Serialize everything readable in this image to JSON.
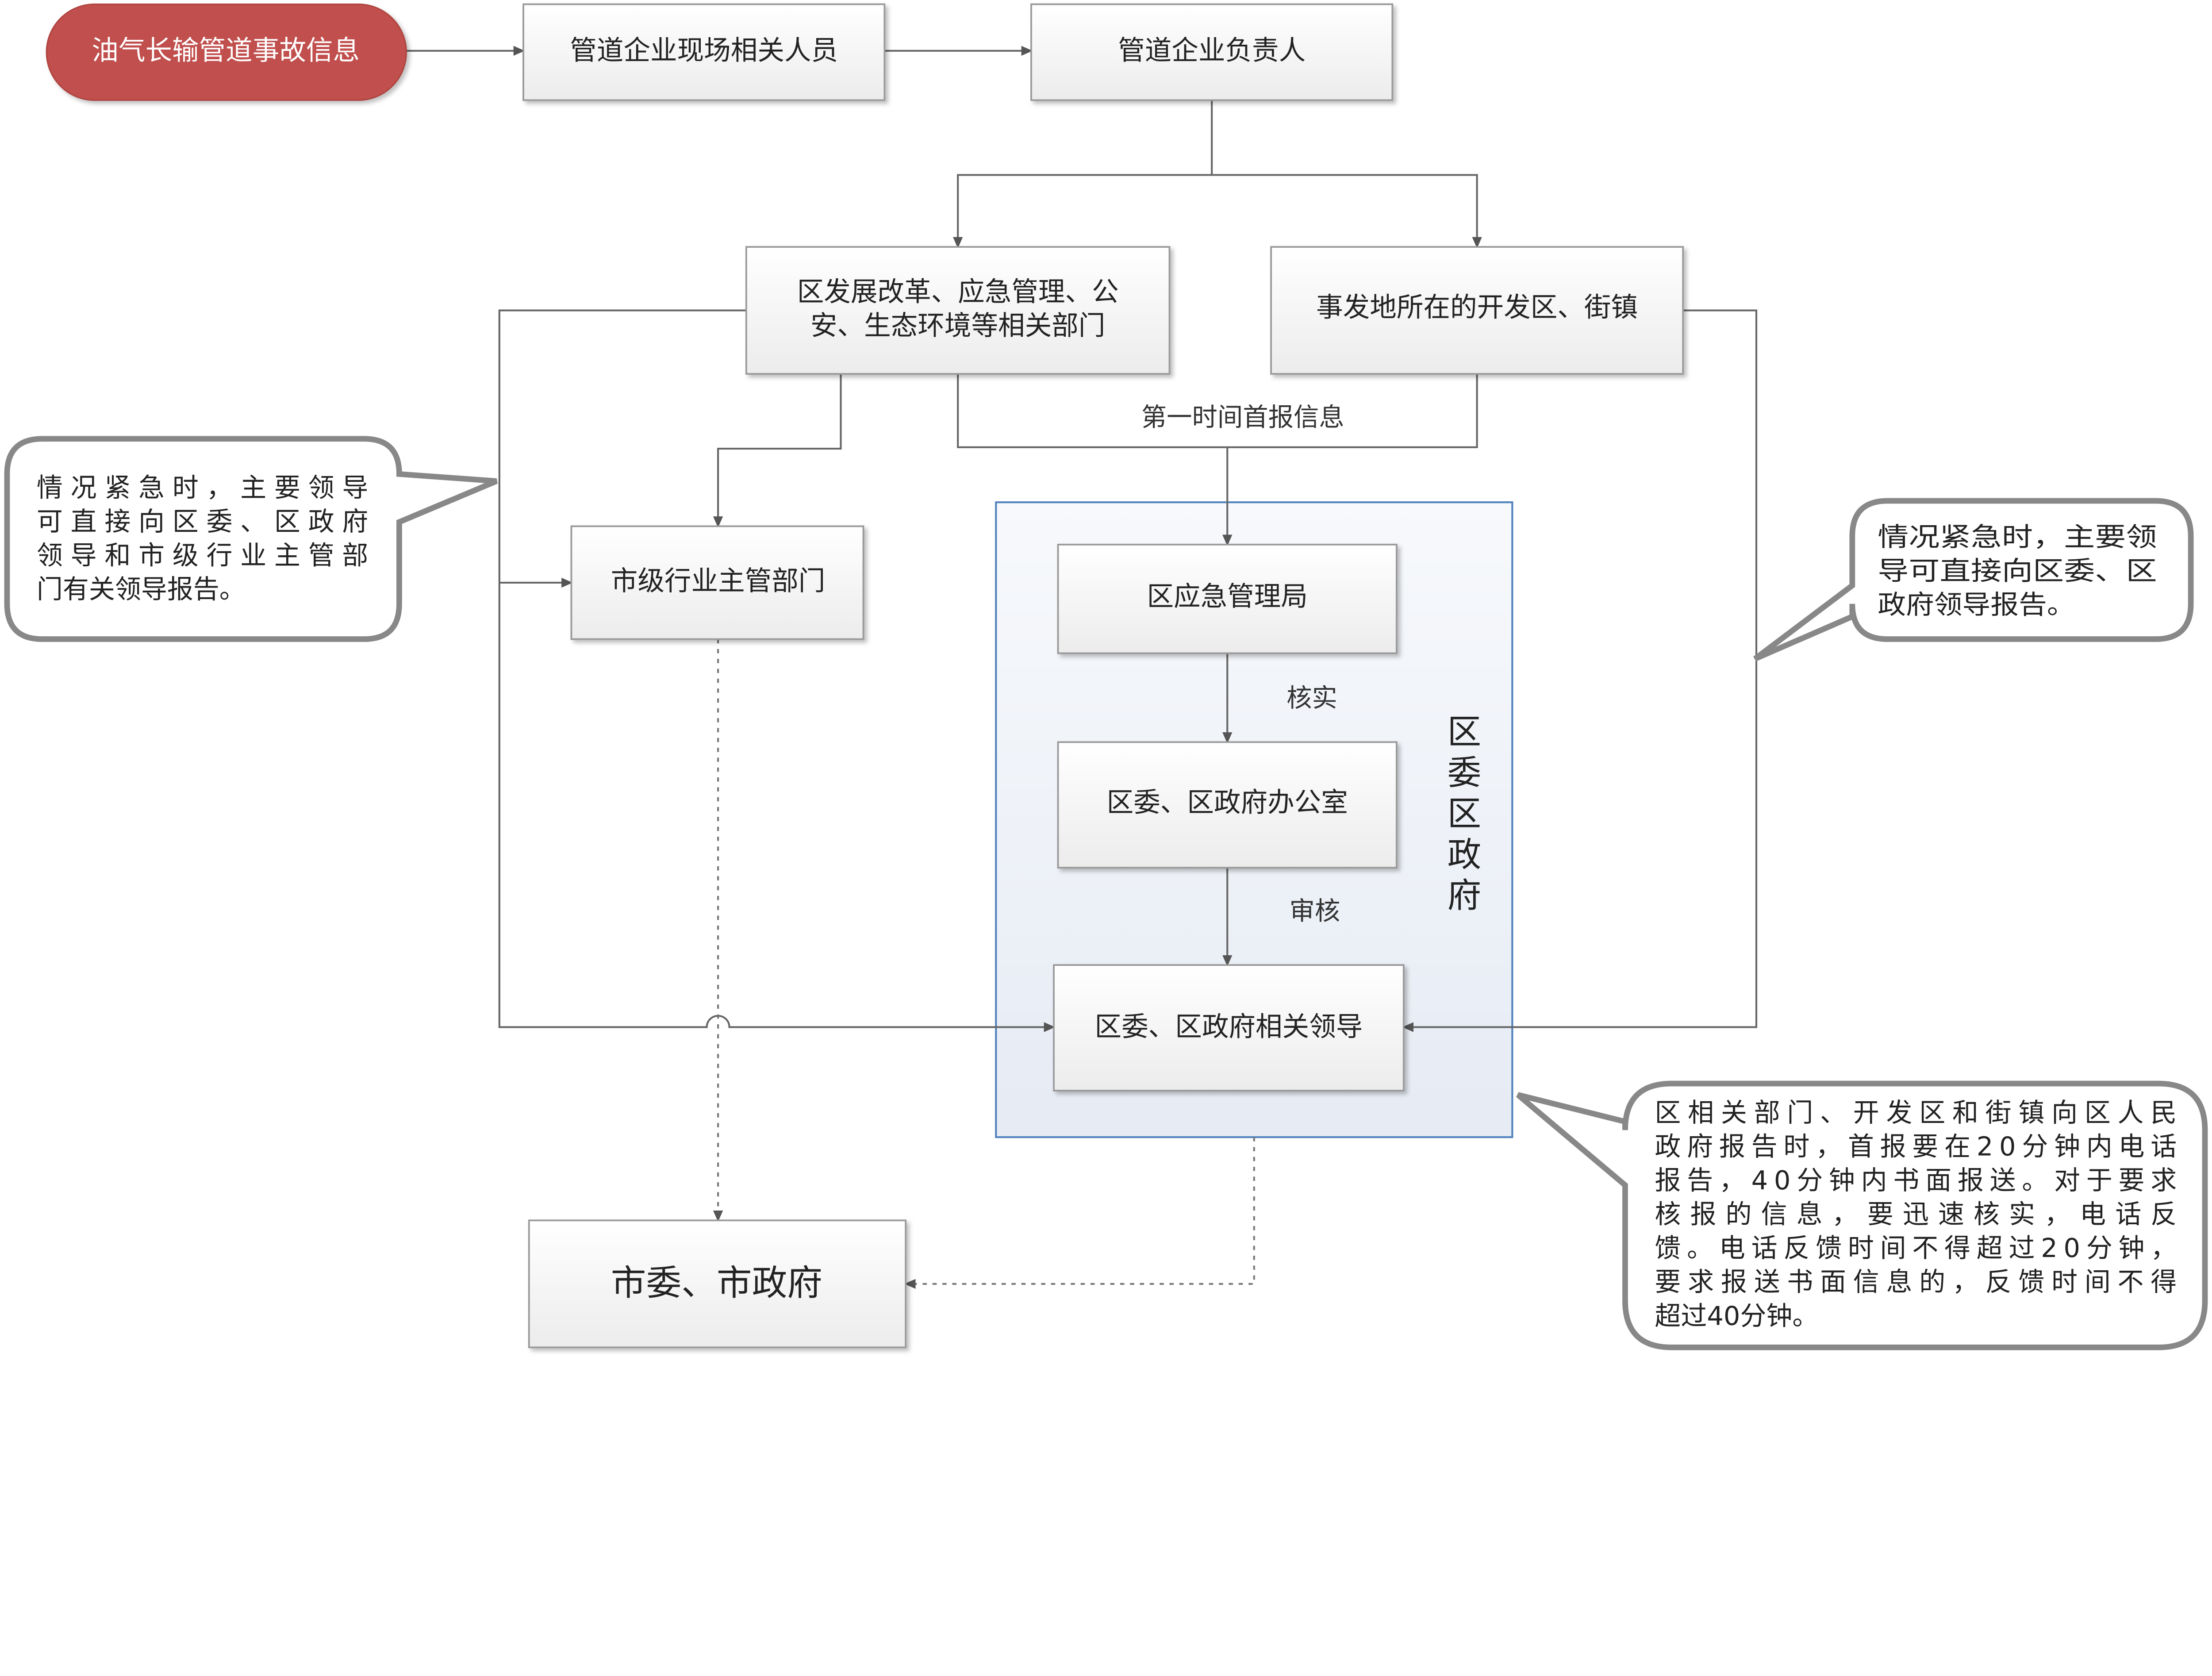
{
  "colors": {
    "start_fill": "#c0504d",
    "container_stroke": "#4f81bd",
    "container_fill": "#eef2f9",
    "line": "#666666",
    "callout_border": "#888888"
  },
  "nodes": {
    "start": "油气长输管道事故信息",
    "site_staff": "管道企业现场相关人员",
    "company_head": "管道企业负责人",
    "district_depts": [
      "区发展改革、应急管理、公",
      "安、生态环境等相关部门"
    ],
    "dev_zone": "事发地所在的开发区、街镇",
    "city_industry": "市级行业主管部门",
    "emergency_bureau": "区应急管理局",
    "office": "区委、区政府办公室",
    "leaders": "区委、区政府相关领导",
    "city_gov": "市委、市政府"
  },
  "container_label": [
    "区",
    "委",
    "区",
    "政",
    "府"
  ],
  "edge_labels": {
    "first_report": "第一时间首报信息",
    "verify": "核实",
    "review": "审核"
  },
  "callouts": {
    "left": [
      "情况紧急时，主要领导",
      "可直接向区委、区政府",
      "领导和市级行业主管部",
      "门有关领导报告。"
    ],
    "right": [
      "情况紧急时，主要领",
      "导可直接向区委、区",
      "政府领导报告。"
    ],
    "bottom_right": [
      "区相关部门、开发区和街镇向区人民",
      "政府报告时，首报要在20分钟内电话",
      "报告，40分钟内书面报送。对于要求",
      "核报的信息，要迅速核实，电话反",
      "馈。电话反馈时间不得超过20分钟，",
      "要求报送书面信息的，反馈时间不得",
      "超过40分钟。"
    ]
  }
}
